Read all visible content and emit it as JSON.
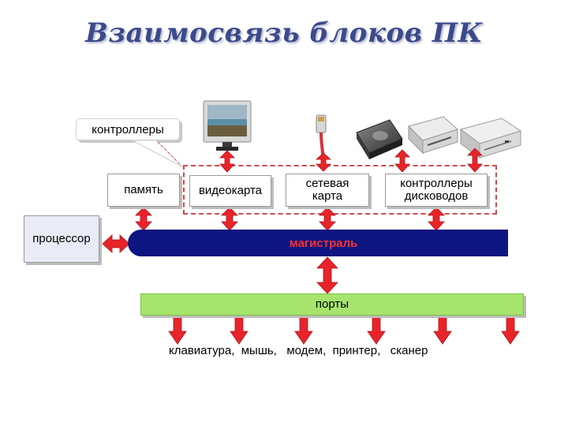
{
  "title": "Взаимосвязь блоков ПК",
  "callout": {
    "label": "контроллеры"
  },
  "blocks": {
    "memory": "память",
    "processor": "процессор",
    "video_card": "видеокарта",
    "network_card_line1": "сетевая",
    "network_card_line2": "карта",
    "drive_controllers_line1": "контроллеры",
    "drive_controllers_line2": "дисководов",
    "bus": "магистраль",
    "ports": "порты"
  },
  "peripherals": "клавиатура,  мышь,   модем,  принтер,   сканер",
  "colors": {
    "arrow": "#e8242a",
    "bus": "#0d1580",
    "bus_label": "#ff3030",
    "ports": "#a6e46d",
    "dashed_border": "#d04a4a",
    "title": "#3c4a8c"
  },
  "icons": [
    "monitor-icon",
    "network-cable-icon",
    "hard-drive-icon",
    "floppy-drive-icon",
    "cd-drive-icon"
  ]
}
